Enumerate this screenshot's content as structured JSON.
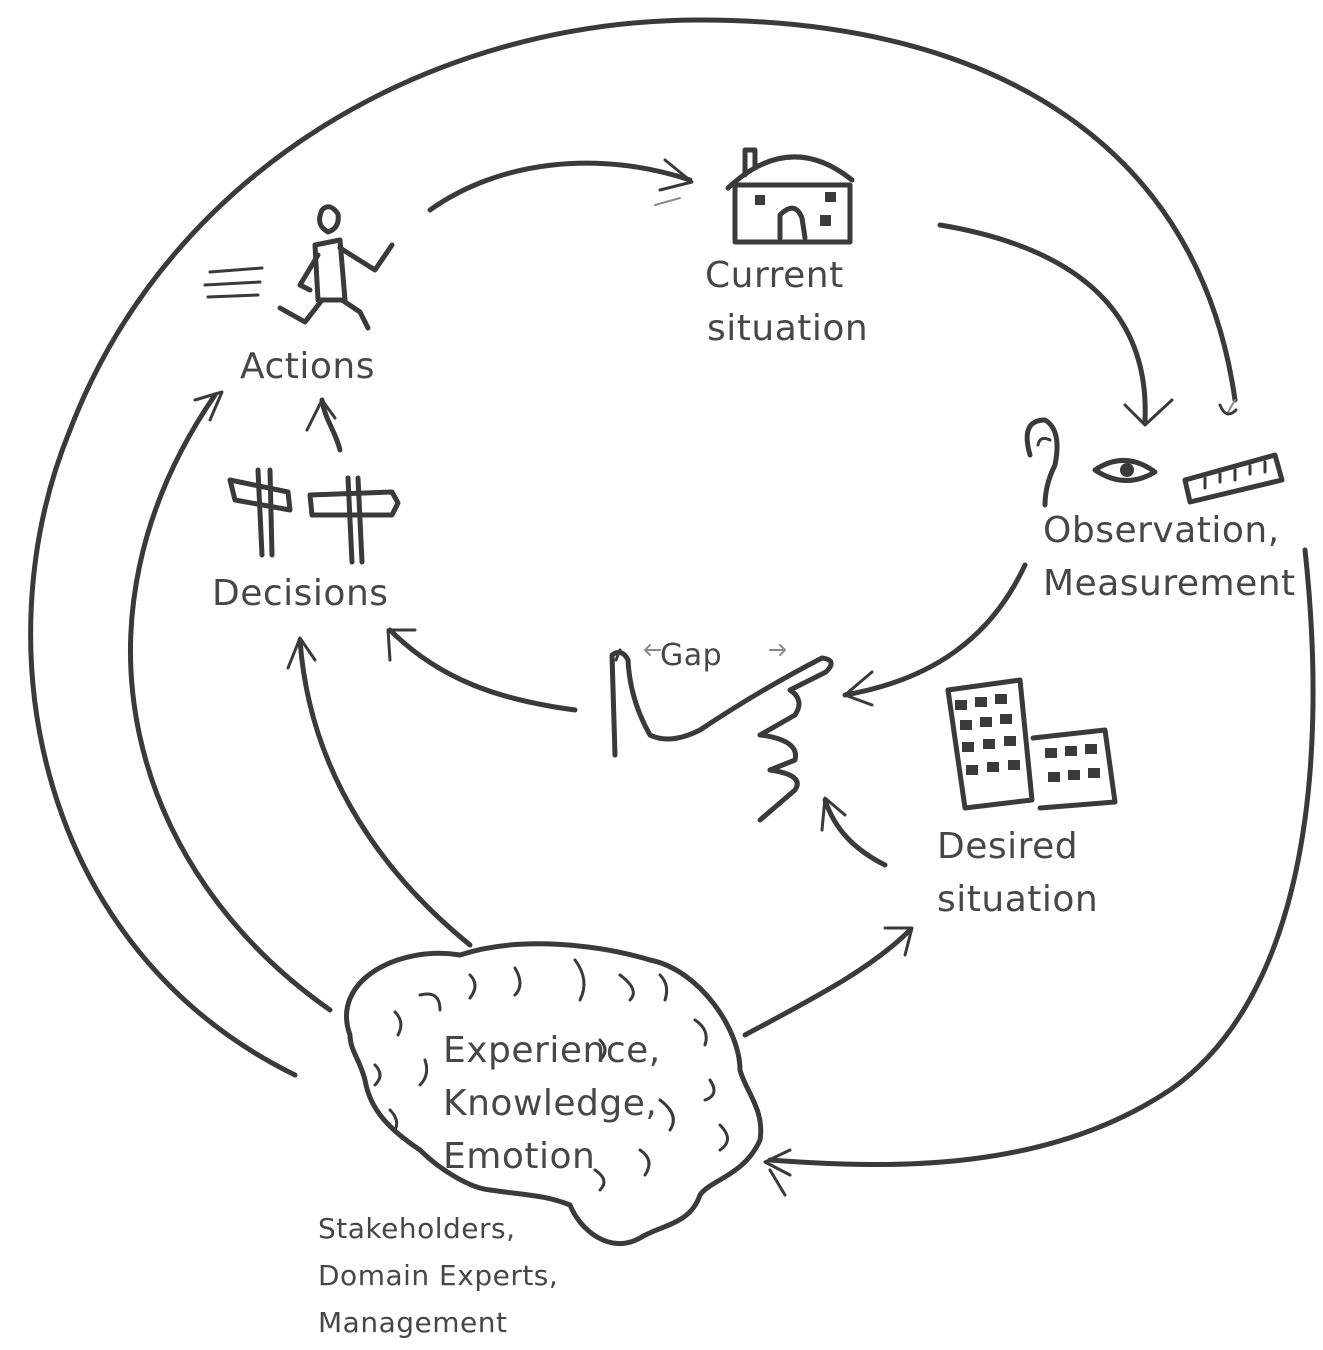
{
  "nodes": {
    "actions": {
      "label": "Actions"
    },
    "current": {
      "lines": [
        "Current",
        "situation"
      ]
    },
    "observation": {
      "lines": [
        "Observation,",
        "Measurement"
      ]
    },
    "gap": {
      "label": "Gap"
    },
    "desired": {
      "lines": [
        "Desired",
        "situation"
      ]
    },
    "decisions": {
      "label": "Decisions"
    },
    "brain": {
      "lines": [
        "Experience,",
        "Knowledge,",
        "Emotion"
      ]
    },
    "people": {
      "lines": [
        "Stakeholders,",
        "Domain Experts,",
        "Management"
      ]
    }
  },
  "icons": {
    "actions": "running-person-icon",
    "current": "house-icon",
    "observation": [
      "ear-icon",
      "eye-icon",
      "ruler-icon"
    ],
    "gap": "pinching-hand-icon",
    "desired": "buildings-icon",
    "decisions": "signpost-icon",
    "brain": "brain-icon"
  },
  "colors": {
    "ink": "#3a3a3a",
    "text": "#474747",
    "background": "#ffffff"
  }
}
